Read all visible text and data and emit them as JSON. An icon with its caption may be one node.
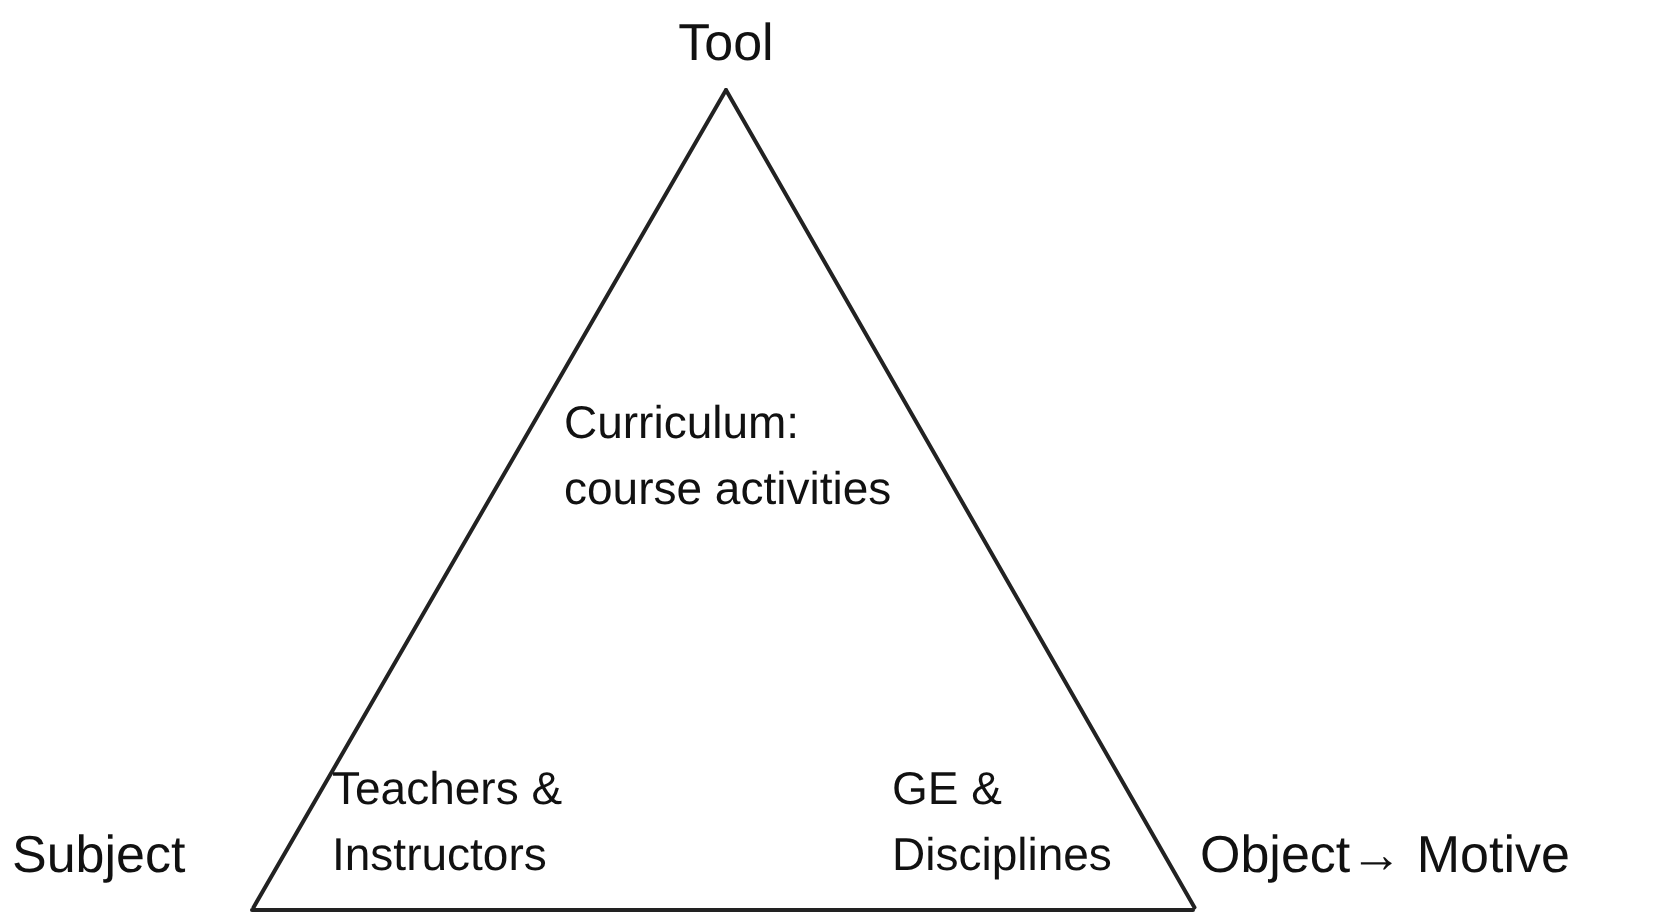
{
  "diagram": {
    "nodes": [
      {
        "text": [
          "Tool"
        ]
      },
      {
        "text": [
          "Subject"
        ]
      },
      {
        "text": [
          "Object→ Motive"
        ]
      }
    ],
    "edges": [
      {
        "from": 0,
        "to": 1,
        "arrow": "none"
      },
      {
        "from": 0,
        "to": 2,
        "arrow": "none"
      },
      {
        "from": 1,
        "to": 2,
        "arrow": "none"
      }
    ],
    "labels": [
      "Curriculum: course activities",
      "Teachers & Instructors",
      "GE & Disciplines"
    ]
  }
}
